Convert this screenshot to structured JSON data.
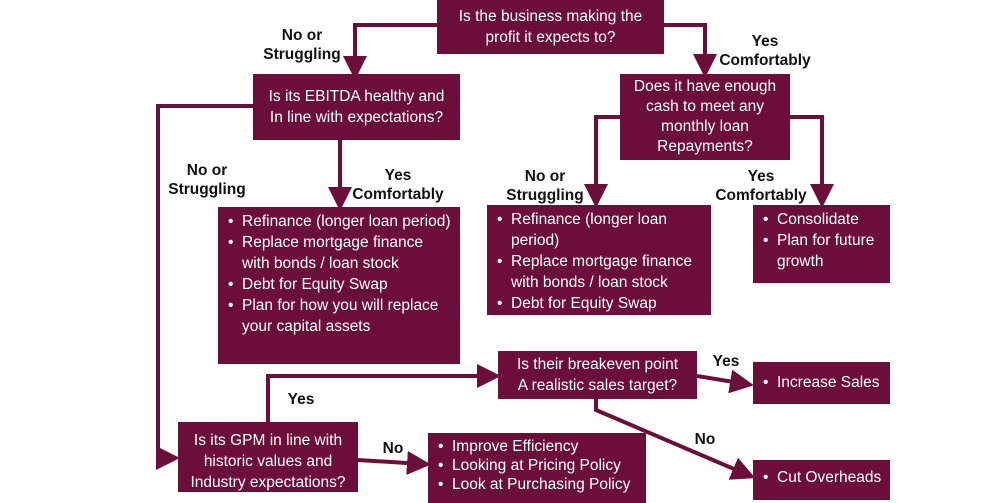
{
  "colors": {
    "box": "#6b0f3a",
    "arrow": "#6b0f3a",
    "text_on_box": "#ffffff",
    "label": "#111111"
  },
  "questions": {
    "profit": [
      "Is the business making the",
      "profit it expects to?"
    ],
    "ebitda": [
      "Is its EBITDA healthy and",
      "In line with expectations?"
    ],
    "cash": [
      "Does it have enough",
      "cash to meet any",
      "monthly loan",
      "Repayments?"
    ],
    "breakeven": [
      "Is their breakeven point",
      "A realistic sales target?"
    ],
    "gpm": [
      "Is its GPM in line with",
      "historic values and",
      "Industry expectations?"
    ]
  },
  "outcomes": {
    "ebitda_yes": [
      "Refinance (longer loan period)",
      "Replace mortgage finance with bonds / loan stock",
      "Debt for Equity Swap",
      "Plan for how you will replace your capital assets"
    ],
    "cash_no": [
      "Refinance (longer loan period)",
      "Replace mortgage finance with bonds / loan stock",
      "Debt for Equity Swap"
    ],
    "cash_yes": [
      "Consolidate",
      "Plan for future growth"
    ],
    "breakeven_yes": [
      "Increase Sales"
    ],
    "breakeven_no": [
      "Cut Overheads"
    ],
    "gpm_no": [
      "Improve Efficiency",
      "Looking at Pricing Policy",
      "Look at Purchasing Policy"
    ]
  },
  "labels": {
    "profit_no": [
      "No or",
      "Struggling"
    ],
    "profit_yes": [
      "Yes",
      "Comfortably"
    ],
    "ebitda_no": [
      "No or",
      "Struggling"
    ],
    "ebitda_yes": [
      "Yes",
      "Comfortably"
    ],
    "cash_no": [
      "No or",
      "Struggling"
    ],
    "cash_yes": [
      "Yes",
      "Comfortably"
    ],
    "gpm_yes": "Yes",
    "gpm_no": "No",
    "breakeven_yes": "Yes",
    "breakeven_no": "No"
  }
}
